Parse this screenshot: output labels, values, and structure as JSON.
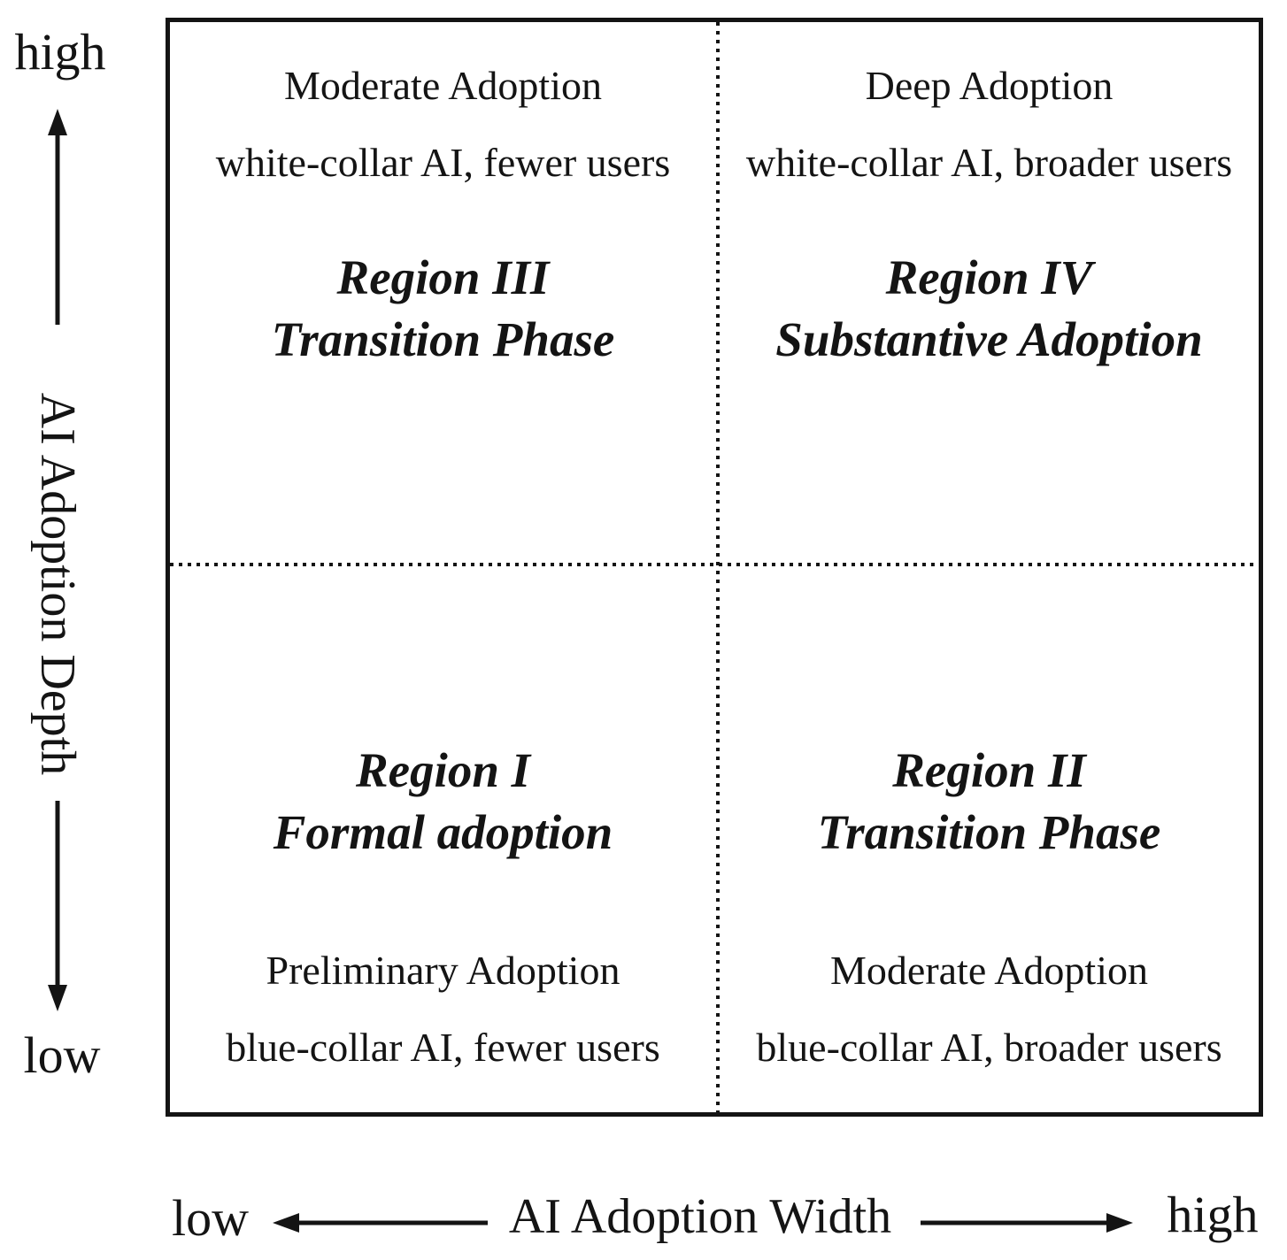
{
  "diagram": {
    "y_axis": {
      "high_label": "high",
      "axis_label": "AI Adoption Depth",
      "low_label": "low"
    },
    "x_axis": {
      "low_label": "low",
      "axis_label": "AI Adoption Width",
      "high_label": "high"
    },
    "quadrants": {
      "region_iii": {
        "descriptor_line1": "Moderate Adoption",
        "descriptor_line2": "white-collar AI, fewer users",
        "title_line1": "Region III",
        "title_line2": "Transition Phase"
      },
      "region_iv": {
        "descriptor_line1": "Deep Adoption",
        "descriptor_line2": "white-collar AI, broader users",
        "title_line1": "Region IV",
        "title_line2": "Substantive Adoption"
      },
      "region_i": {
        "title_line1": "Region I",
        "title_line2": "Formal adoption",
        "descriptor_line1": "Preliminary Adoption",
        "descriptor_line2": "blue-collar AI, fewer users"
      },
      "region_ii": {
        "title_line1": "Region II",
        "title_line2": "Transition Phase",
        "descriptor_line1": "Moderate Adoption",
        "descriptor_line2": "blue-collar AI, broader users"
      }
    },
    "colors": {
      "ink": "#141414",
      "background": "#ffffff"
    }
  }
}
